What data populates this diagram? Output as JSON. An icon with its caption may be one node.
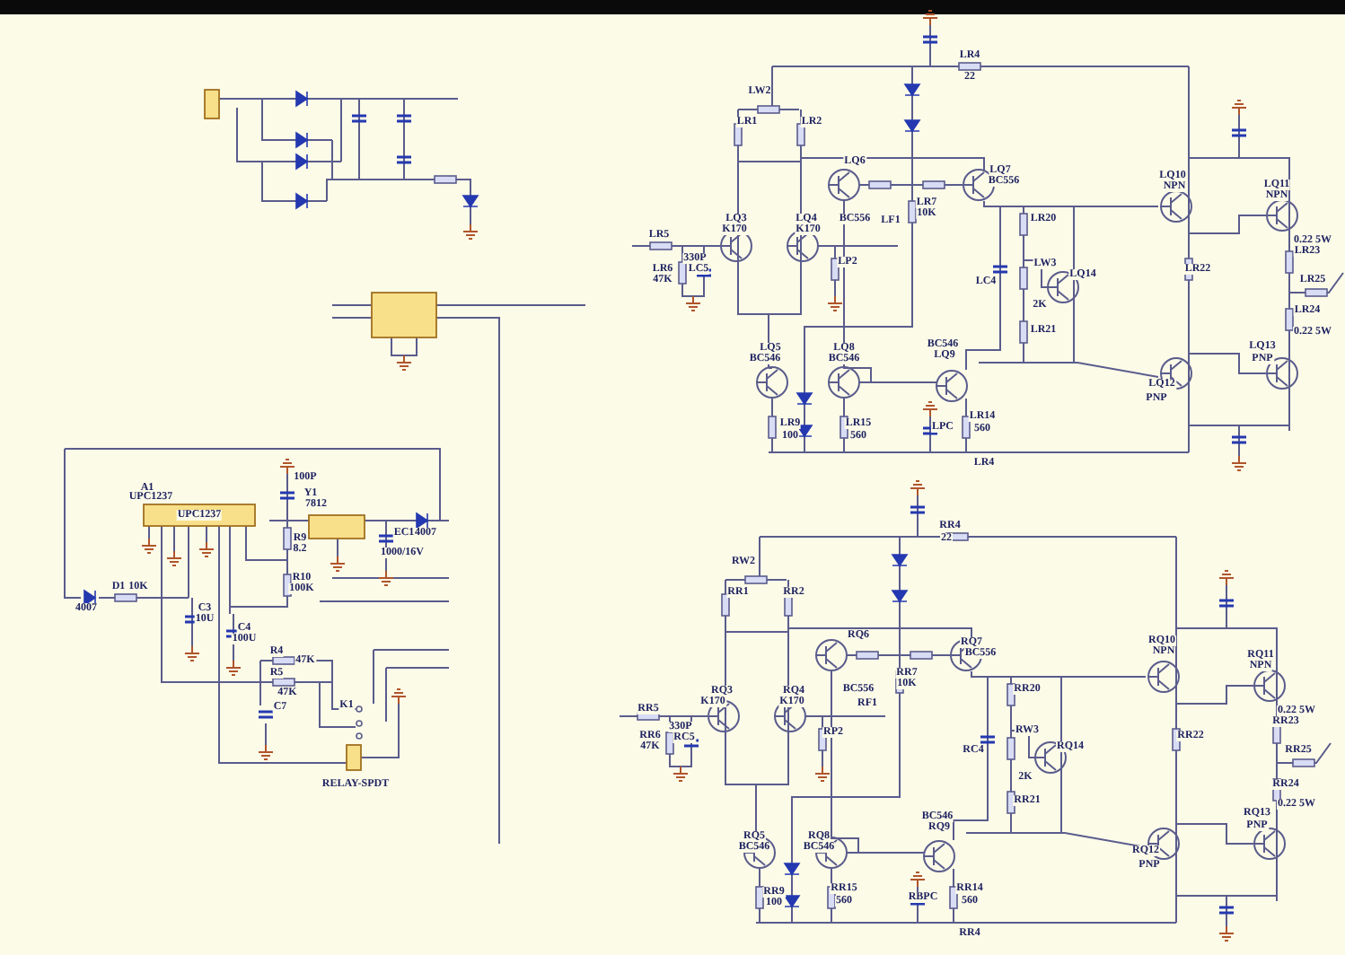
{
  "diagram": {
    "labels": [
      "LR4",
      "22",
      "LW2",
      "LR1",
      "LR2",
      "LQ6",
      "LQ7",
      "BC556",
      "LR7",
      "10K",
      "LQ3",
      "K170",
      "LQ4",
      "K170",
      "BC556",
      "LF1",
      "LR20",
      "LQ10",
      "NPN",
      "LQ11",
      "NPN",
      "LR5",
      "330P",
      "LR6",
      "LC5",
      "47K",
      "LP2",
      "LW3",
      "LQ14",
      "LC4",
      "LR22",
      "LR23",
      "0.22 5W",
      "LR25",
      "LR24",
      "0.22 5W",
      "2K",
      "LR21",
      "LQ13",
      "PNP",
      "BC546",
      "LQ9",
      "LQ5",
      "BC546",
      "LQ8",
      "BC546",
      "LQ12",
      "PNP",
      "LR9",
      "100",
      "LR15",
      "560",
      "LPC",
      "LR14",
      "560",
      "LR4",
      "A1",
      "UPC1237",
      "UPC1237",
      "100P",
      "Y1",
      "7812",
      "EC1",
      "4007",
      "R9",
      "8.2",
      "1000/16V",
      "R10",
      "D1",
      "10K",
      "100K",
      "4007",
      "C3",
      "10U",
      "C4",
      "100U",
      "R4",
      "47K",
      "R5",
      "47K",
      "C7",
      "K1",
      "RELAY-SPDT",
      "RR4",
      "22",
      "RW2",
      "RR1",
      "RR2",
      "RQ6",
      "RQ7",
      "BC556",
      "RQ10",
      "NPN",
      "RQ11",
      "NPN",
      "RR7",
      "10K",
      "RQ3",
      "RQ4",
      "BC556",
      "RR20",
      "K170",
      "K170",
      "RF1",
      "RR5",
      "0.22 5W",
      "RR23",
      "330P",
      "RP2",
      "RW3",
      "RR6",
      "RC5",
      "RR22",
      "47K",
      "RC4",
      "RQ14",
      "RR25",
      "2K",
      "RR24",
      "0.22 5W",
      "RR21",
      "BC546",
      "RQ9",
      "RQ13",
      "PNP",
      "RQ5",
      "BC546",
      "RQ8",
      "BC546",
      "RQ12",
      "PNP",
      "RR15",
      "560",
      "RR9",
      "100",
      "RBPC",
      "RR14",
      "560",
      "RR4"
    ]
  }
}
